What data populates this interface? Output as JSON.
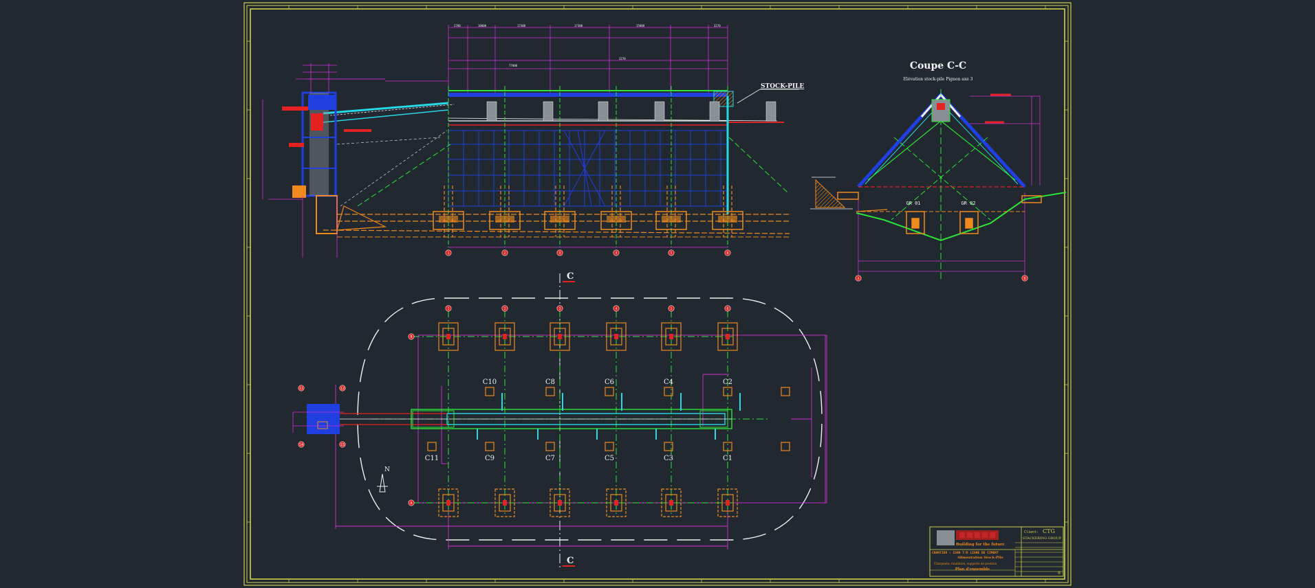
{
  "colors": {
    "background": "#212830",
    "frame": "#cfd24a",
    "magenta": "#d22fd6",
    "blue": "#1f3fe0",
    "green": "#2ee33a",
    "cyan": "#26d9e6",
    "orange": "#f08a1c",
    "red": "#e52222",
    "white": "#f2f2f2",
    "grey": "#8a8f96"
  },
  "elevation": {
    "stockpile_label": "STOCK-PILE",
    "axis_markers": [
      "1",
      "2",
      "3",
      "4",
      "5",
      "6"
    ]
  },
  "section": {
    "title": "Coupe C-C",
    "subtitle": "Elévation stock-pile Pignon axe 3",
    "gr_labels": [
      "GR 01",
      "GR 02"
    ],
    "axis_markers": [
      "A",
      "B"
    ]
  },
  "plan": {
    "section_marker": "C",
    "north_label": "N",
    "axis_markers_top": [
      "1",
      "2",
      "3",
      "4",
      "5",
      "6"
    ],
    "row_markers": [
      "B",
      "A"
    ],
    "columns_top": [
      "C10",
      "C8",
      "C6",
      "C4",
      "C2"
    ],
    "columns_bottom": [
      "C11",
      "C9",
      "C7",
      "C5",
      "C3",
      "C1"
    ],
    "tower_markers": [
      "11",
      "12",
      "14",
      "15"
    ]
  },
  "title_block": {
    "logo_tagline": "Building for the future",
    "client_label": "Client:",
    "client_name": "CTG",
    "client_group": "STACKERING GROUP",
    "project_line1": "CHANTIER  : 2200 T/D LIGNE DE CIMENT",
    "project_line2": "Alimentation Stock-Pile",
    "drawing_desc": "Charpente, fondation, supports de position",
    "drawing_title": "Plan d'ensemble",
    "rev": "0"
  }
}
